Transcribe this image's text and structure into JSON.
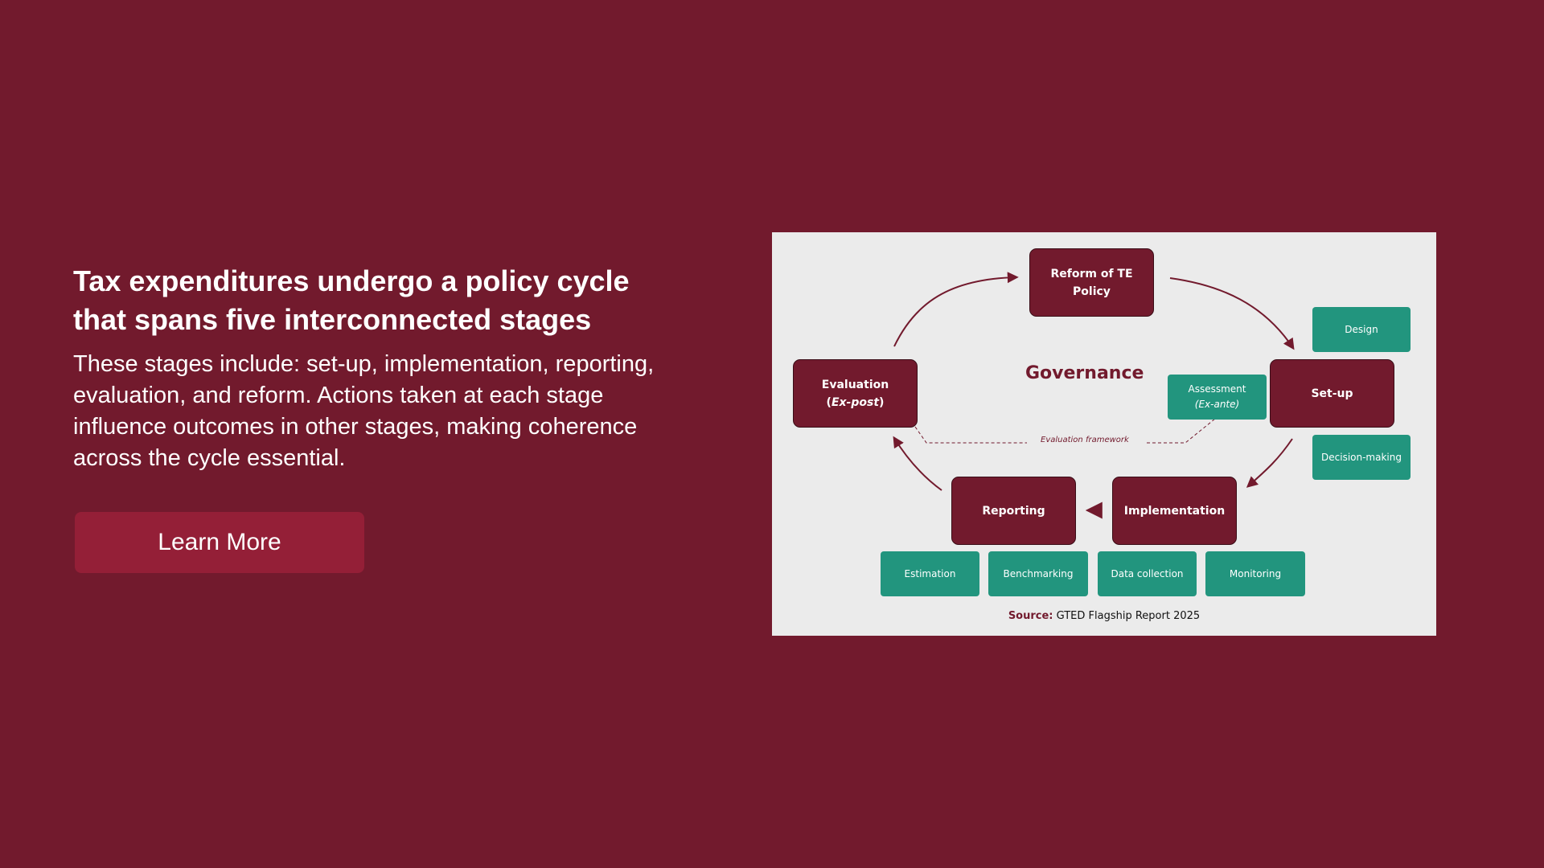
{
  "hero": {
    "headline": "Tax expenditures undergo a policy cycle that spans five interconnected stages",
    "subtext": "These stages include: set-up, implementation, reporting, evaluation, and reform. Actions taken at each stage influence outcomes in other stages, making coherence across the cycle essential.",
    "cta_label": "Learn More"
  },
  "diagram": {
    "center_label": "Governance",
    "evaluation_framework_label": "Evaluation framework",
    "stages": {
      "reform": {
        "line1": "Reform of TE",
        "line2": "Policy"
      },
      "setup": "Set-up",
      "implementation": "Implementation",
      "reporting": "Reporting",
      "evaluation": {
        "line1": "Evaluation",
        "open": "(",
        "italic": "Ex-post",
        "close": ")"
      }
    },
    "tools": {
      "design": "Design",
      "decision_making": "Decision-making",
      "assessment": {
        "line1": "Assessment",
        "line2": "(Ex-ante)"
      },
      "estimation": "Estimation",
      "benchmarking": "Benchmarking",
      "data_collection": "Data collection",
      "monitoring": "Monitoring"
    },
    "source": {
      "label": "Source:",
      "text": " GTED Flagship Report 2025"
    }
  },
  "colors": {
    "background": "#721A2D",
    "button": "#941F37",
    "panel": "#EBEBEB",
    "stage": "#721A2D",
    "tool": "#22957E"
  }
}
